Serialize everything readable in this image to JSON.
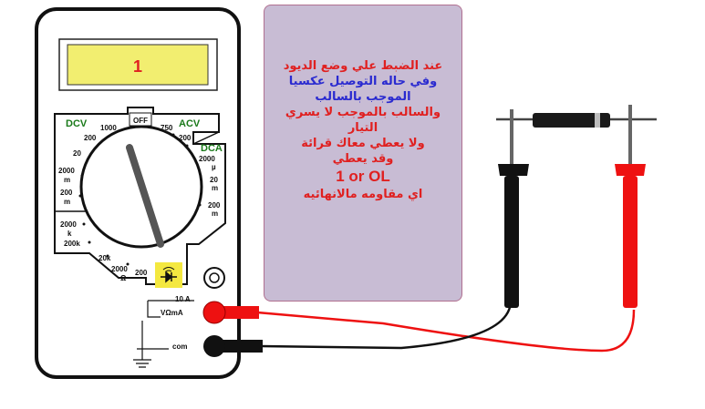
{
  "meter": {
    "display_value": "1",
    "dcv": {
      "label": "DCV",
      "ranges": [
        "1000",
        "200",
        "20",
        "2000",
        "m",
        "200",
        "m"
      ]
    },
    "acv": {
      "label": "ACV",
      "ranges": [
        "750",
        "200"
      ]
    },
    "off_label": "OFF",
    "dca": {
      "label": "DCA",
      "ranges": [
        "2000",
        "µ",
        "20",
        "m",
        "200",
        "m"
      ]
    },
    "ohm": {
      "ranges": [
        "2000",
        "k",
        "200k",
        "20k",
        "2000",
        "Ω",
        "200"
      ]
    },
    "jacks": {
      "ten_amp": "10 A",
      "vohm": "VΩmA",
      "com": "com"
    }
  },
  "note": {
    "lines": [
      "عند الضبط علي وضع الديود",
      "وفي حاله التوصيل عكسيا",
      "الموجب بالسالب",
      "والسالب بالموجب لا يسري",
      "التيار",
      "ولا يعطي معاك  قرائة",
      "وقد يعطي",
      "1 or OL",
      "اي مقاومه مالانهائيه"
    ]
  },
  "colors": {
    "display_bg": "#f2ee70",
    "display_text": "#e02020",
    "label_green": "#1a7a1a",
    "lead_red": "#ee1111",
    "lead_black": "#111111",
    "diode_highlight": "#f4e840"
  }
}
